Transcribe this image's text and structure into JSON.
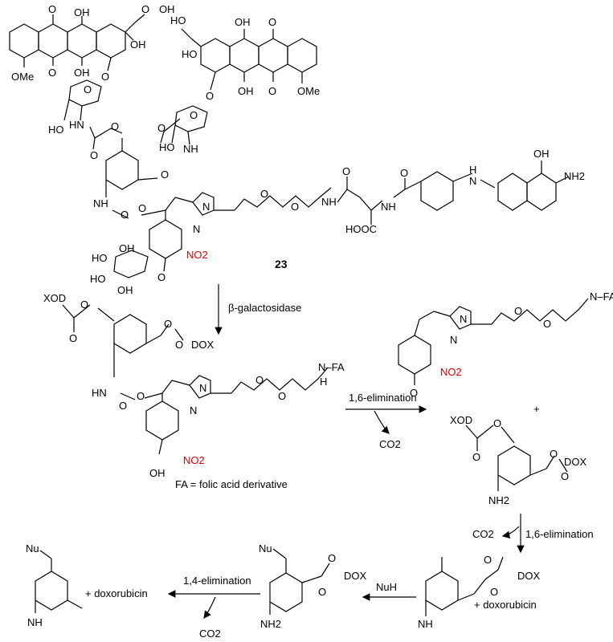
{
  "compound_number": "23",
  "steps": {
    "enzyme": "β-galactosidase",
    "elimination_16_a": "1,6-elimination",
    "elimination_16_b": "1,6-elimination",
    "elimination_14": "1,4-elimination",
    "nucleophile": "NuH"
  },
  "byproducts": {
    "co2": "CO2",
    "doxorubicin": "+ doxorubicin",
    "plus": "+"
  },
  "legend": {
    "fa_definition": "FA = folic acid derivative"
  },
  "atom_labels": {
    "OH": "OH",
    "O": "O",
    "OMe": "OMe",
    "NH": "NH",
    "HN": "HN",
    "HO": "HO",
    "H": "H",
    "N": "N",
    "NH2": "NH2",
    "NO2": "NO2",
    "HOOC": "HOOC",
    "XOD": "XOD",
    "DOX": "DOX",
    "NFA": "N–FA",
    "Nu": "Nu"
  },
  "colors": {
    "nitro": "#e00000",
    "bond": "#000000"
  }
}
